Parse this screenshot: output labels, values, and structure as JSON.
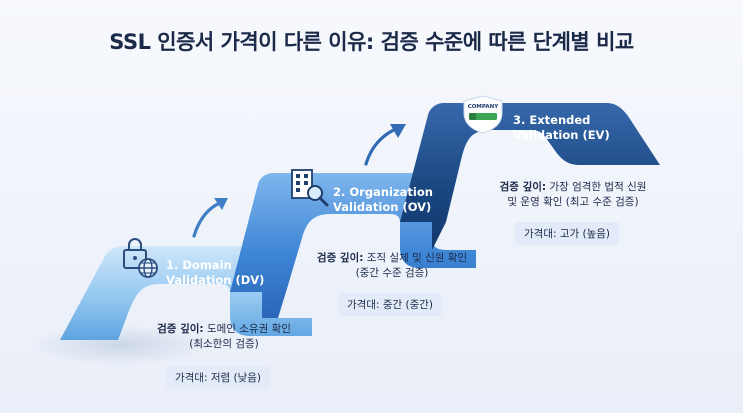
{
  "title": "SSL 인증서 가격이 다른 이유: 검증 수준에 따른 단계별 비교",
  "steps": [
    {
      "num_name": "1. Domain",
      "name2": "Validation (DV)",
      "depth_label": "검증 깊이:",
      "depth_text1": "도메인 소유권 확인",
      "depth_text2": "(최소한의 검증)",
      "price": "가격대: 저렴 (낮음)",
      "icon": "lock-globe-icon"
    },
    {
      "num_name": "2. Organization",
      "name2": "Validation (OV)",
      "depth_label": "검증 깊이:",
      "depth_text1": "조직 실체 및 신원 확인",
      "depth_text2": "(중간 수준 검증)",
      "price": "가격대: 중간 (중간)",
      "icon": "building-search-icon"
    },
    {
      "num_name": "3. Extended",
      "name2": "Validation (EV)",
      "depth_label": "검증 깊이:",
      "depth_text1": "가장 엄격한 법적 신원",
      "depth_text2": "및 운영 확인 (최고 수준 검증)",
      "price": "가격대: 고가 (높음)",
      "icon": "company-shield-icon",
      "badge": "COMPANY"
    }
  ],
  "colors": {
    "step1": "#8ec5ef",
    "step2": "#3f86d6",
    "step3": "#163d78",
    "arrow": "#3f7fc6"
  }
}
